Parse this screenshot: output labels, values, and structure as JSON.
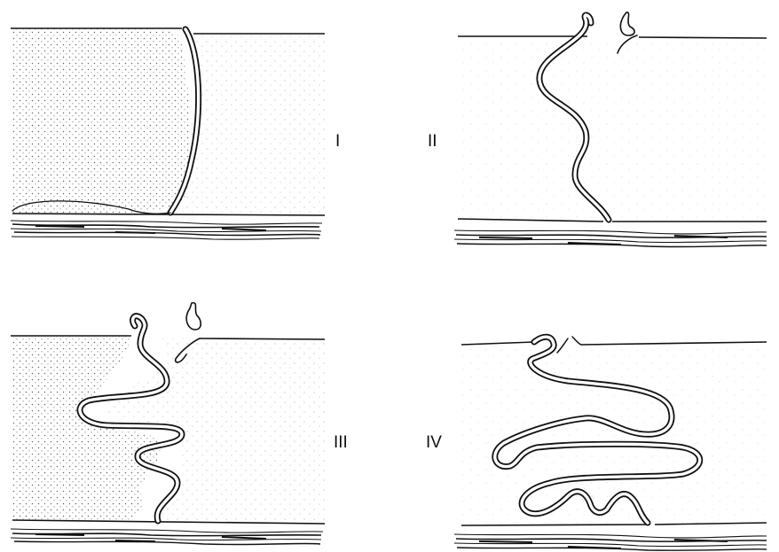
{
  "colors": {
    "ink": "#111111",
    "stipple": "#6a6a6a",
    "background": "#ffffff"
  },
  "panels": [
    {
      "id": "panel-1",
      "label": "I"
    },
    {
      "id": "panel-2",
      "label": "II"
    },
    {
      "id": "panel-3",
      "label": "III"
    },
    {
      "id": "panel-4",
      "label": "IV"
    }
  ]
}
